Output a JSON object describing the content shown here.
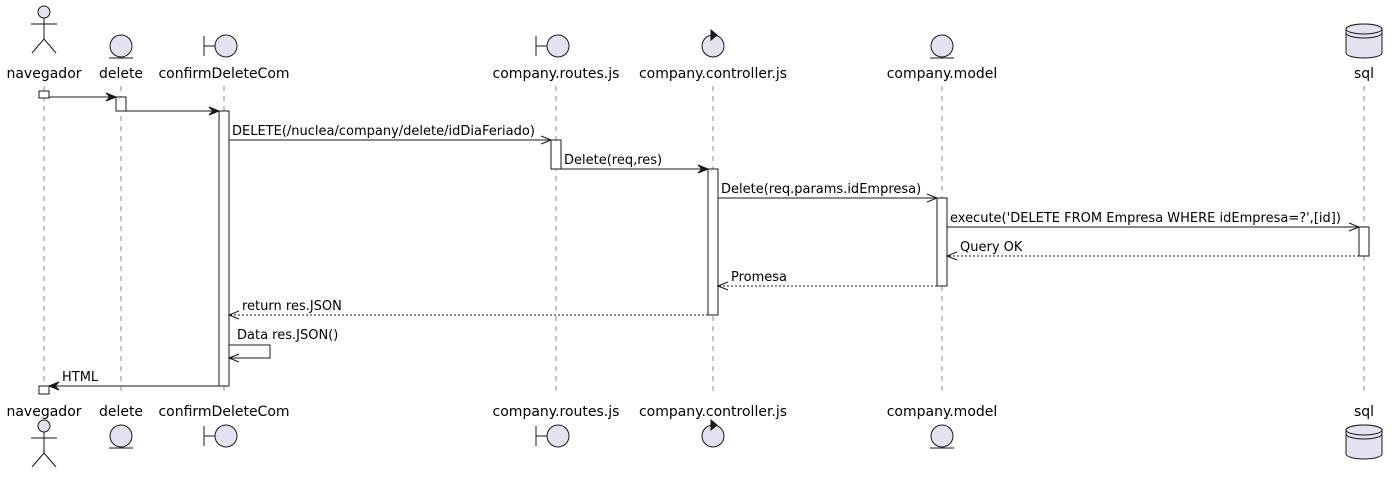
{
  "participants": [
    {
      "id": "navegador",
      "label": "navegador",
      "kind": "actor"
    },
    {
      "id": "delete",
      "label": "delete",
      "kind": "entity"
    },
    {
      "id": "confirmDeleteCom",
      "label": "confirmDeleteCom",
      "kind": "boundary"
    },
    {
      "id": "routes",
      "label": "company.routes.js",
      "kind": "boundary"
    },
    {
      "id": "controller",
      "label": "company.controller.js",
      "kind": "control"
    },
    {
      "id": "model",
      "label": "company.model",
      "kind": "entity"
    },
    {
      "id": "sql",
      "label": "sql",
      "kind": "database"
    }
  ],
  "messages": [
    {
      "from": "navegador",
      "to": "delete",
      "label": "",
      "style": "sync"
    },
    {
      "from": "delete",
      "to": "confirmDeleteCom",
      "label": "",
      "style": "sync"
    },
    {
      "from": "confirmDeleteCom",
      "to": "routes",
      "label": "DELETE(/nuclea/company/delete/idDiaFeriado)",
      "style": "async"
    },
    {
      "from": "routes",
      "to": "controller",
      "label": "Delete(req,res)",
      "style": "sync"
    },
    {
      "from": "controller",
      "to": "model",
      "label": "Delete(req.params.idEmpresa)",
      "style": "async"
    },
    {
      "from": "model",
      "to": "sql",
      "label": "execute('DELETE FROM Empresa WHERE idEmpresa=?',[id])",
      "style": "async"
    },
    {
      "from": "sql",
      "to": "model",
      "label": "Query OK",
      "style": "return"
    },
    {
      "from": "model",
      "to": "controller",
      "label": "Promesa",
      "style": "return"
    },
    {
      "from": "controller",
      "to": "confirmDeleteCom",
      "label": "return res.JSON",
      "style": "return"
    },
    {
      "from": "confirmDeleteCom",
      "to": "confirmDeleteCom",
      "label": "Data res.JSON()",
      "style": "self"
    },
    {
      "from": "confirmDeleteCom",
      "to": "navegador",
      "label": "HTML",
      "style": "sync"
    }
  ],
  "colors": {
    "participant_fill": "#e2e2f0",
    "line": "#181818",
    "activation_fill": "#ffffff",
    "background": "#ffffff"
  }
}
